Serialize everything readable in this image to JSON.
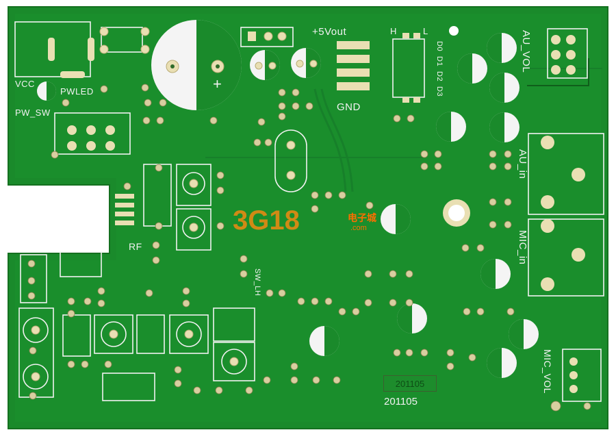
{
  "board": {
    "silkscreen_labels": {
      "vcc": "VCC",
      "pwled": "PWLED",
      "pw_sw": "PW_SW",
      "plus5vout": "+5Vout",
      "h": "H",
      "l": "L",
      "d0": "D0",
      "d1": "D1",
      "d2": "D2",
      "d3": "D3",
      "gnd": "GND",
      "au_vol": "AU_VOL",
      "au_in": "AU_in",
      "mic_in": "MIC_in",
      "rf": "RF",
      "sw_lh": "SW_LH",
      "mic_vol": "MIC_VOL"
    },
    "date_code_box": "201105",
    "date_code_text": "201105"
  },
  "watermark": {
    "logo_text": "3G18",
    "chinese_text": "电子城",
    "domain": ".com"
  },
  "colors": {
    "board_green": "#1a8a2b",
    "trace_green": "#1e9a31",
    "silkscreen": "#f2f2f2",
    "pad": "#e9dfb3",
    "watermark_orange": "#f08a12"
  }
}
